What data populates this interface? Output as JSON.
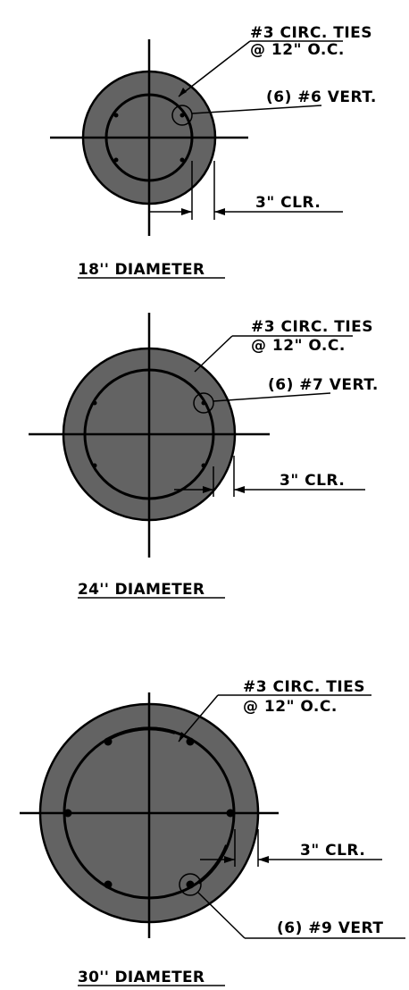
{
  "colors": {
    "concrete_fill": "#636363",
    "linework": "#000000",
    "background": "#ffffff"
  },
  "sections": [
    {
      "caption": "18'' DIAMETER",
      "tie_label_line1": "#3 CIRC. TIES",
      "tie_label_line2": "@ 12\" O.C.",
      "bar_label": "(6) #6 VERT.",
      "clear_label": "3\" CLR."
    },
    {
      "caption": "24'' DIAMETER",
      "tie_label_line1": "#3 CIRC. TIES",
      "tie_label_line2": "@ 12\" O.C.",
      "bar_label": "(6) #7 VERT.",
      "clear_label": "3\" CLR."
    },
    {
      "caption": "30'' DIAMETER",
      "tie_label_line1": "#3 CIRC. TIES",
      "tie_label_line2": "@ 12\" O.C.",
      "bar_label": "(6) #9 VERT",
      "clear_label": "3\" CLR."
    }
  ]
}
